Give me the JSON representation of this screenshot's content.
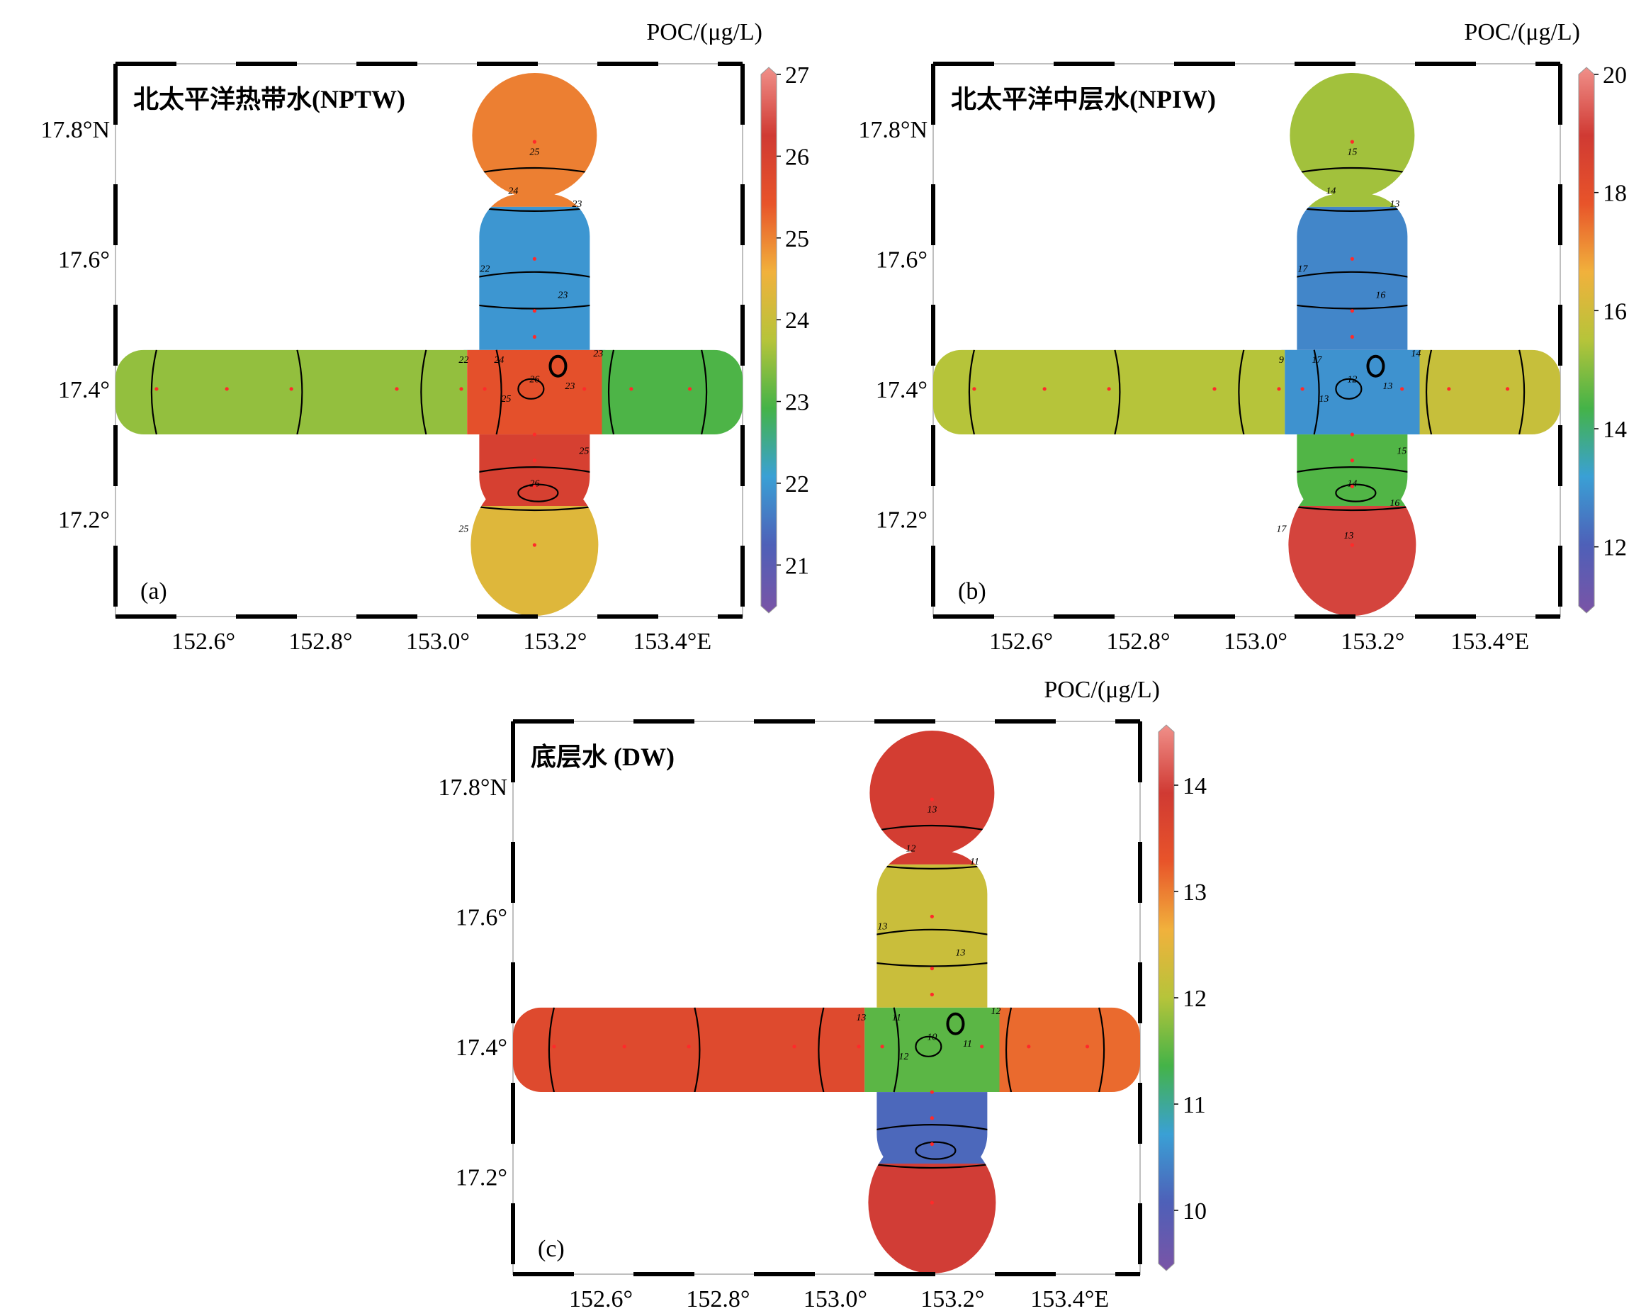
{
  "colors": {
    "colormap": [
      "#7a54a6",
      "#4e60b8",
      "#3aa0d5",
      "#44b348",
      "#b6c43a",
      "#f1b13c",
      "#e8542a",
      "#d03a33",
      "#f0908a"
    ],
    "station": "#ff2a2a",
    "frame": "#bfbfbf",
    "axis_dash": "#000000",
    "contour": "#000000"
  },
  "axes": {
    "lon_ticks": [
      "152.6°",
      "152.8°",
      "153.0°",
      "153.2°",
      "153.4°E"
    ],
    "lat_ticks": [
      "17.8°N",
      "17.6°",
      "17.4°",
      "17.2°"
    ],
    "lon_values": [
      152.6,
      152.8,
      153.0,
      153.2,
      153.4
    ],
    "lat_values": [
      17.8,
      17.6,
      17.4,
      17.2
    ]
  },
  "panels": [
    {
      "id": "a",
      "label": "(a)",
      "title": "北太平洋热带水(NPTW)",
      "colorbar_title": "POC/(μg/L)",
      "colorbar_ticks": [
        "21",
        "22",
        "23",
        "24",
        "25",
        "26",
        "27"
      ],
      "range": [
        20.5,
        27
      ],
      "regions": {
        "north": 25.0,
        "upper": 22.0,
        "west": 23.5,
        "east": 23.0,
        "center": 25.5,
        "lower": 26.0,
        "south": 24.3
      },
      "contour_labels": [
        "25",
        "24",
        "23",
        "22",
        "23",
        "22",
        "24",
        "23",
        "26",
        "25",
        "23",
        "25",
        "26",
        "25"
      ]
    },
    {
      "id": "b",
      "label": "(b)",
      "title": "北太平洋中层水(NPIW)",
      "colorbar_title": "POC/(μg/L)",
      "colorbar_ticks": [
        "12",
        "14",
        "16",
        "18",
        "20"
      ],
      "range": [
        11,
        20
      ],
      "regions": {
        "north": 15.3,
        "upper": 12.8,
        "west": 15.5,
        "east": 15.8,
        "center": 13.0,
        "lower": 14.5,
        "south": 19.0
      },
      "contour_labels": [
        "15",
        "14",
        "13",
        "17",
        "16",
        "9",
        "17",
        "14",
        "12",
        "13",
        "13",
        "15",
        "14",
        "17",
        "16",
        "13"
      ]
    },
    {
      "id": "c",
      "label": "(c)",
      "title": "底层水 (DW)",
      "colorbar_title": "POC/(μg/L)",
      "colorbar_ticks": [
        "10",
        "11",
        "12",
        "13",
        "14"
      ],
      "range": [
        9.5,
        14.5
      ],
      "regions": {
        "north": 13.8,
        "upper": 12.2,
        "west": 13.5,
        "east": 13.1,
        "center": 11.5,
        "lower": 10.2,
        "south": 13.9
      },
      "contour_labels": [
        "13",
        "12",
        "11",
        "13",
        "13",
        "13",
        "11",
        "12",
        "10",
        "12",
        "11"
      ]
    }
  ]
}
